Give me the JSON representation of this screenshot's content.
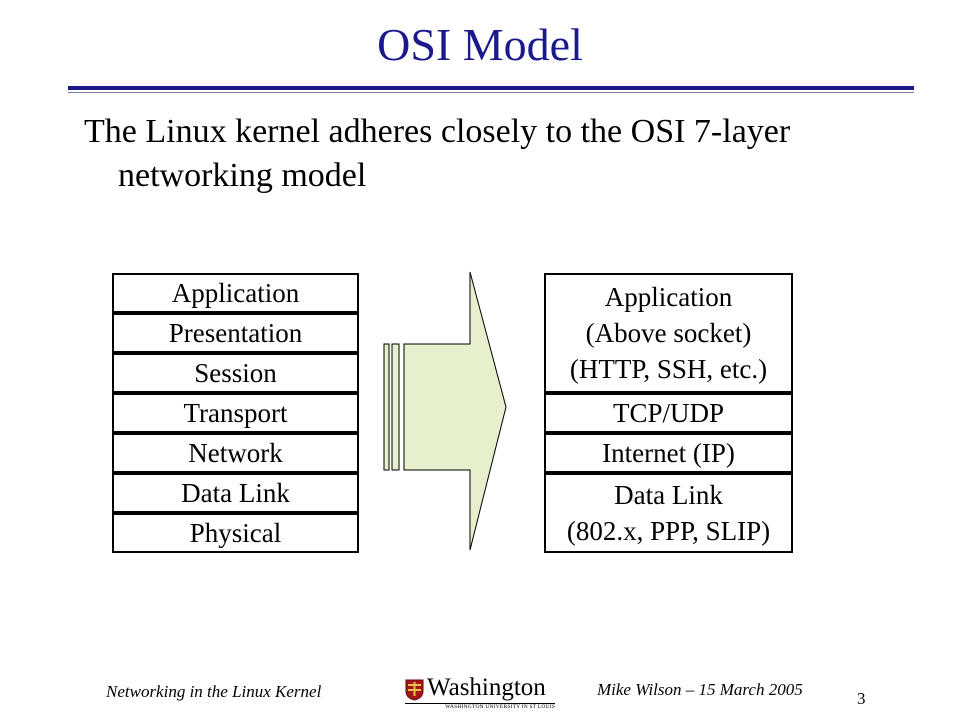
{
  "slide": {
    "title": "OSI Model",
    "subtitle_line1": "The Linux kernel adheres closely to the OSI 7-layer",
    "subtitle_line2": "networking model"
  },
  "osi_layers": [
    "Application",
    "Presentation",
    "Session",
    "Transport",
    "Network",
    "Data Link",
    "Physical"
  ],
  "linux_layers": {
    "app_lines": [
      "Application",
      "(Above socket)",
      "(HTTP, SSH, etc.)"
    ],
    "transport": "TCP/UDP",
    "network": "Internet (IP)",
    "link_lines": [
      "Data Link",
      "(802.x, PPP, SLIP)"
    ]
  },
  "arrow": {
    "fill_color": "#e6f0cc",
    "icon": "block-arrow-right"
  },
  "colors": {
    "title": "#1a1a8c",
    "rule": "#1a1a8c"
  },
  "footer": {
    "left": "Networking in the Linux Kernel",
    "logo_name": "Washington",
    "logo_sub": "WASHINGTON UNIVERSITY IN ST LOUIS",
    "right": "Mike Wilson – 15 March 2005",
    "page": "3"
  }
}
